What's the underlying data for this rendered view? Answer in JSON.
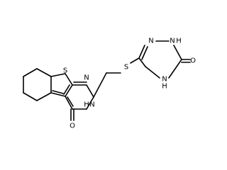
{
  "molecule": {
    "atoms": [
      {
        "id": "O_lactam",
        "text": "O"
      },
      {
        "id": "N_H_ring",
        "text": "N"
      },
      {
        "id": "N_H_ring_h",
        "text": "H"
      },
      {
        "id": "N_pyr",
        "text": "N"
      },
      {
        "id": "S_thio",
        "text": "S"
      },
      {
        "id": "S_link",
        "text": "S"
      },
      {
        "id": "N_tri_top",
        "text": "N"
      },
      {
        "id": "N_tri_nh",
        "text": "N"
      },
      {
        "id": "N_tri_nh_h",
        "text": "H"
      },
      {
        "id": "N_tri_bot",
        "text": "N"
      },
      {
        "id": "N_tri_bot_h",
        "text": "H"
      },
      {
        "id": "O_tri",
        "text": "O"
      }
    ]
  }
}
